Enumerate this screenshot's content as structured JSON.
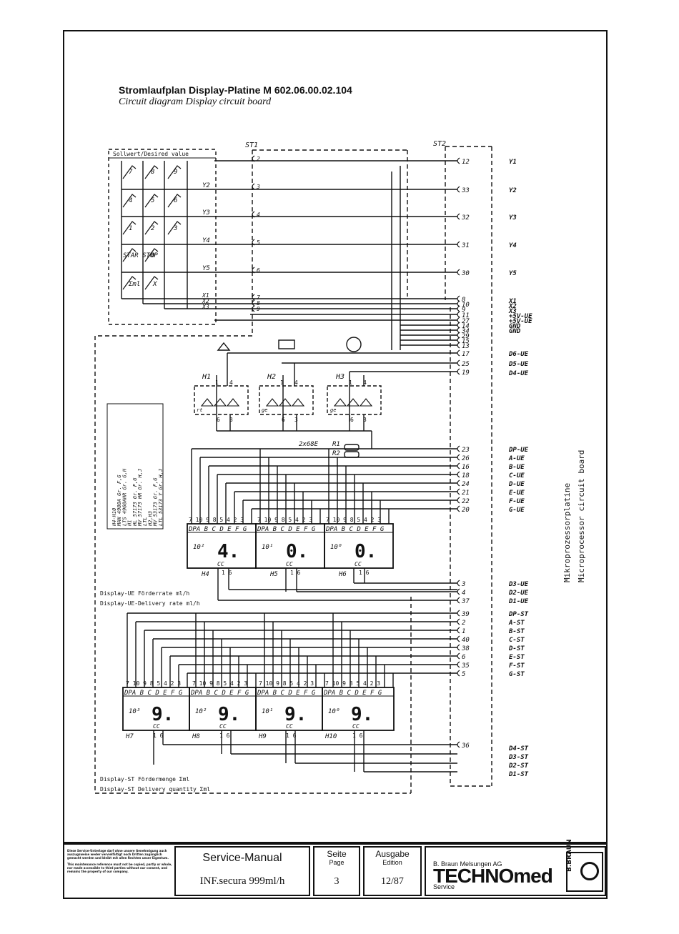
{
  "header": {
    "title_de": "Stromlaufplan Display-Platine M 602.06.00.02.104",
    "title_en": "Circuit diagram Display circuit board"
  },
  "keypad": {
    "label": "Sollwert/Desired value",
    "keys": [
      "7",
      "8",
      "9",
      "4",
      "5",
      "6",
      "1",
      "2",
      "3",
      "STAR STOP",
      "0",
      "Σml",
      "X"
    ],
    "rows": [
      "Y2",
      "Y3",
      "Y4",
      "Y5"
    ],
    "columns": [
      "X1",
      "X2",
      "X3"
    ]
  },
  "connectors": {
    "st1": "ST1",
    "st2": "ST2",
    "st1_pins": [
      "2",
      "3",
      "4",
      "5",
      "6",
      "7",
      "8",
      "9"
    ],
    "st2_pins": [
      "12",
      "33",
      "32",
      "31",
      "30",
      "8",
      "10",
      "9",
      "11",
      "27",
      "14",
      "34",
      "29",
      "15",
      "13",
      "17",
      "25",
      "19",
      "23",
      "26",
      "16",
      "18",
      "24",
      "21",
      "22",
      "20",
      "3",
      "4",
      "37",
      "39",
      "2",
      "1",
      "40",
      "38",
      "6",
      "35",
      "5",
      "36"
    ]
  },
  "signals": {
    "right": [
      "Y1",
      "Y2",
      "Y3",
      "Y4",
      "Y5",
      "X1",
      "X2",
      "X3",
      "+5V-UE",
      "+5V-UE",
      "GND",
      "GND",
      "D6-UE",
      "D5-UE",
      "D4-UE",
      "DP-UE",
      "A-UE",
      "B-UE",
      "C-UE",
      "D-UE",
      "E-UE",
      "F-UE",
      "G-UE",
      "D3-UE",
      "D2-UE",
      "D1-UE",
      "DP-ST",
      "A-ST",
      "B-ST",
      "C-ST",
      "D-ST",
      "E-ST",
      "F-ST",
      "G-ST",
      "D4-ST",
      "D3-ST",
      "D2-ST",
      "D1-ST"
    ],
    "vertical_de": "Mikroprozessorplatine",
    "vertical_en": "Microprocessor circuit board"
  },
  "leds": {
    "labels": [
      "H1",
      "H2",
      "H3"
    ],
    "pin_1": "1",
    "pin_4": "4",
    "pin_6": "6",
    "pin_3": "3",
    "colors": [
      "rt",
      "ge",
      "ge"
    ],
    "resistor": "2x68E",
    "r1": "R1",
    "r2": "R2"
  },
  "parts_table": {
    "rows": [
      "H4-H10",
      "MAN 4980A   Gr. F,G",
      "LTS 4960AHR  Gr. G,H",
      "H1",
      "HL  57173   Gr. F,G",
      "MV  57173 HR  Gr. H,J",
      "LTL",
      "H2,H3",
      "MV  53173   Gr. F,G",
      "LTL 53173 Y  Gr. H,J"
    ]
  },
  "displays_ue": {
    "pin_row": "7 10 9 8 5 4 2 3",
    "segment_row": "DPA B C D E F G",
    "digits": [
      {
        "ref": "H4",
        "exp": "10²",
        "value": "4."
      },
      {
        "ref": "H5",
        "exp": "10¹",
        "value": "0."
      },
      {
        "ref": "H6",
        "exp": "10⁰",
        "value": "0."
      }
    ],
    "cc": "CC",
    "pins_16": "1  6",
    "caption_de": "Display-UE Förderrate ml/h",
    "caption_en": "Display-UE-Delivery rate ml/h"
  },
  "displays_st": {
    "digits": [
      {
        "ref": "H7",
        "exp": "10³",
        "value": "9."
      },
      {
        "ref": "H8",
        "exp": "10²",
        "value": "9."
      },
      {
        "ref": "H9",
        "exp": "10¹",
        "value": "9."
      },
      {
        "ref": "H10",
        "exp": "10⁰",
        "value": "9."
      }
    ],
    "caption_de": "Display-ST Fördermenge Σml",
    "caption_en": "Display-ST Delivery quantity Σml"
  },
  "footer": {
    "legal_de": "Diese Service-Unterlage darf ohne unsere Genehmigung auch auszugsweise weder vervielfältigt noch Dritten zugänglich gemacht werden und bleibt mit allen Rechten unser Eigentum.",
    "legal_en": "This maintenance reference must not be copied, partly or whole, nor made accessible to third parties without our consent, and remains the property of our company.",
    "manual_label": "Service-Manual",
    "product": "INF.secura 999ml/h",
    "page_label_de": "Seite",
    "page_label_en": "Page",
    "page_value": "3",
    "edition_label_de": "Ausgabe",
    "edition_label_en": "Edition",
    "edition_value": "12/87",
    "company": "B. Braun Melsungen AG",
    "brand": "TECHNOmed",
    "brand_sub": "Service",
    "logo_text": "B.BRAUN"
  }
}
